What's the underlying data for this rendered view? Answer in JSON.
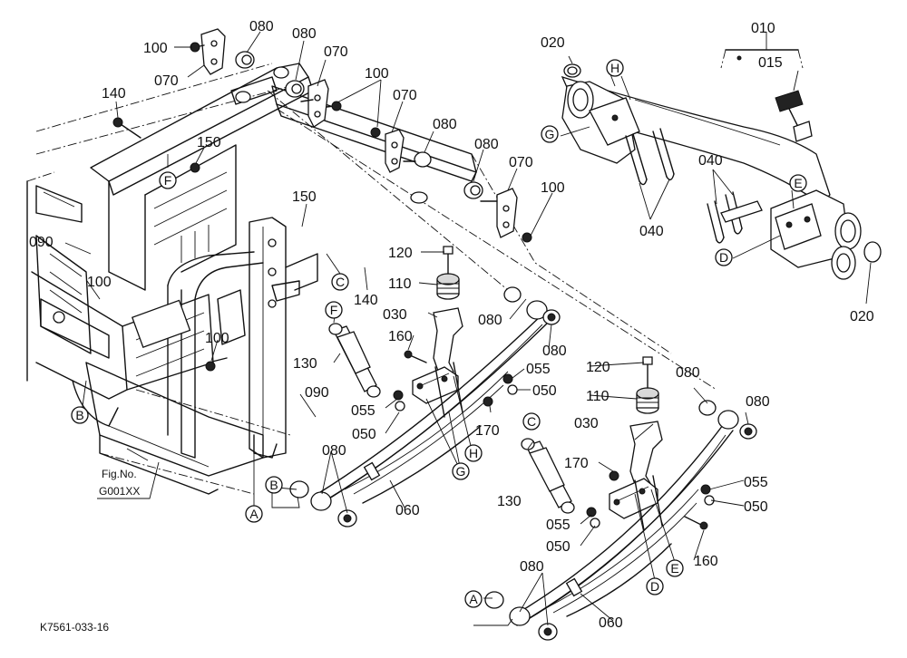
{
  "diagram": {
    "document_code": "K7561-033-16",
    "figure_reference": {
      "line1": "Fig.No.",
      "line2": "G001XX"
    },
    "part_numbers": {
      "p010": "010",
      "p015": "015",
      "p020": "020",
      "p030": "030",
      "p040": "040",
      "p050": "050",
      "p055": "055",
      "p060": "060",
      "p070": "070",
      "p080": "080",
      "p090": "090",
      "p100": "100",
      "p110": "110",
      "p120": "120",
      "p130": "130",
      "p140": "140",
      "p150": "150",
      "p160": "160",
      "p170": "170"
    },
    "reference_letters": {
      "A": "A",
      "B": "B",
      "C": "C",
      "D": "D",
      "E": "E",
      "F": "F",
      "G": "G",
      "H": "H"
    }
  }
}
